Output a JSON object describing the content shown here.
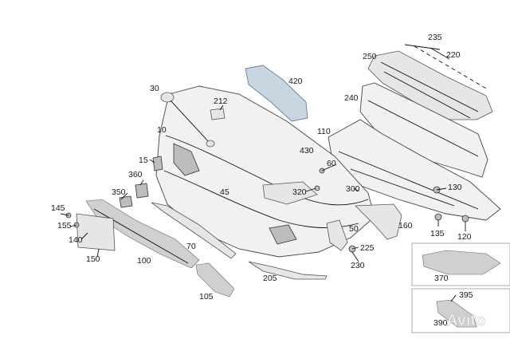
{
  "watermark": "Avito",
  "callouts": [
    "235",
    "220",
    "250",
    "420",
    "240",
    "30",
    "212",
    "110",
    "10",
    "430",
    "60",
    "15",
    "130",
    "360",
    "320",
    "300",
    "45",
    "350",
    "145",
    "155",
    "140",
    "150",
    "100",
    "70",
    "50",
    "225",
    "160",
    "230",
    "135",
    "120",
    "205",
    "105",
    "370",
    "395",
    "390"
  ]
}
